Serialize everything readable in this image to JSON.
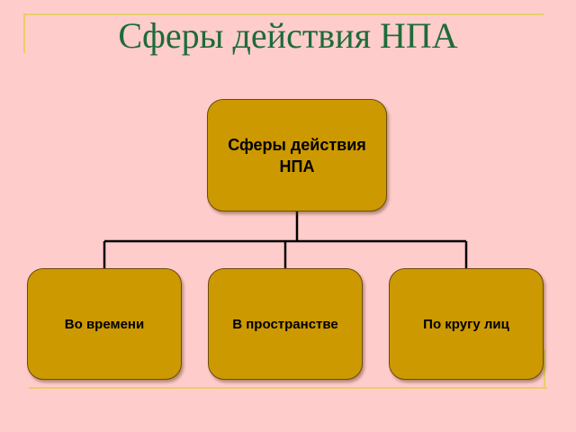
{
  "slide": {
    "title": "Сферы действия НПА"
  },
  "diagram": {
    "root": {
      "label": "Сферы действия НПА"
    },
    "children": [
      {
        "label": "Во времени"
      },
      {
        "label": "В пространстве"
      },
      {
        "label": "По кругу лиц"
      }
    ]
  },
  "colors": {
    "background": "#ffcccc",
    "title": "#1e6b3a",
    "node_fill": "#cc9900",
    "node_border": "#6b4a10",
    "connector": "#000000",
    "decor_line": "#e8cf6a"
  }
}
